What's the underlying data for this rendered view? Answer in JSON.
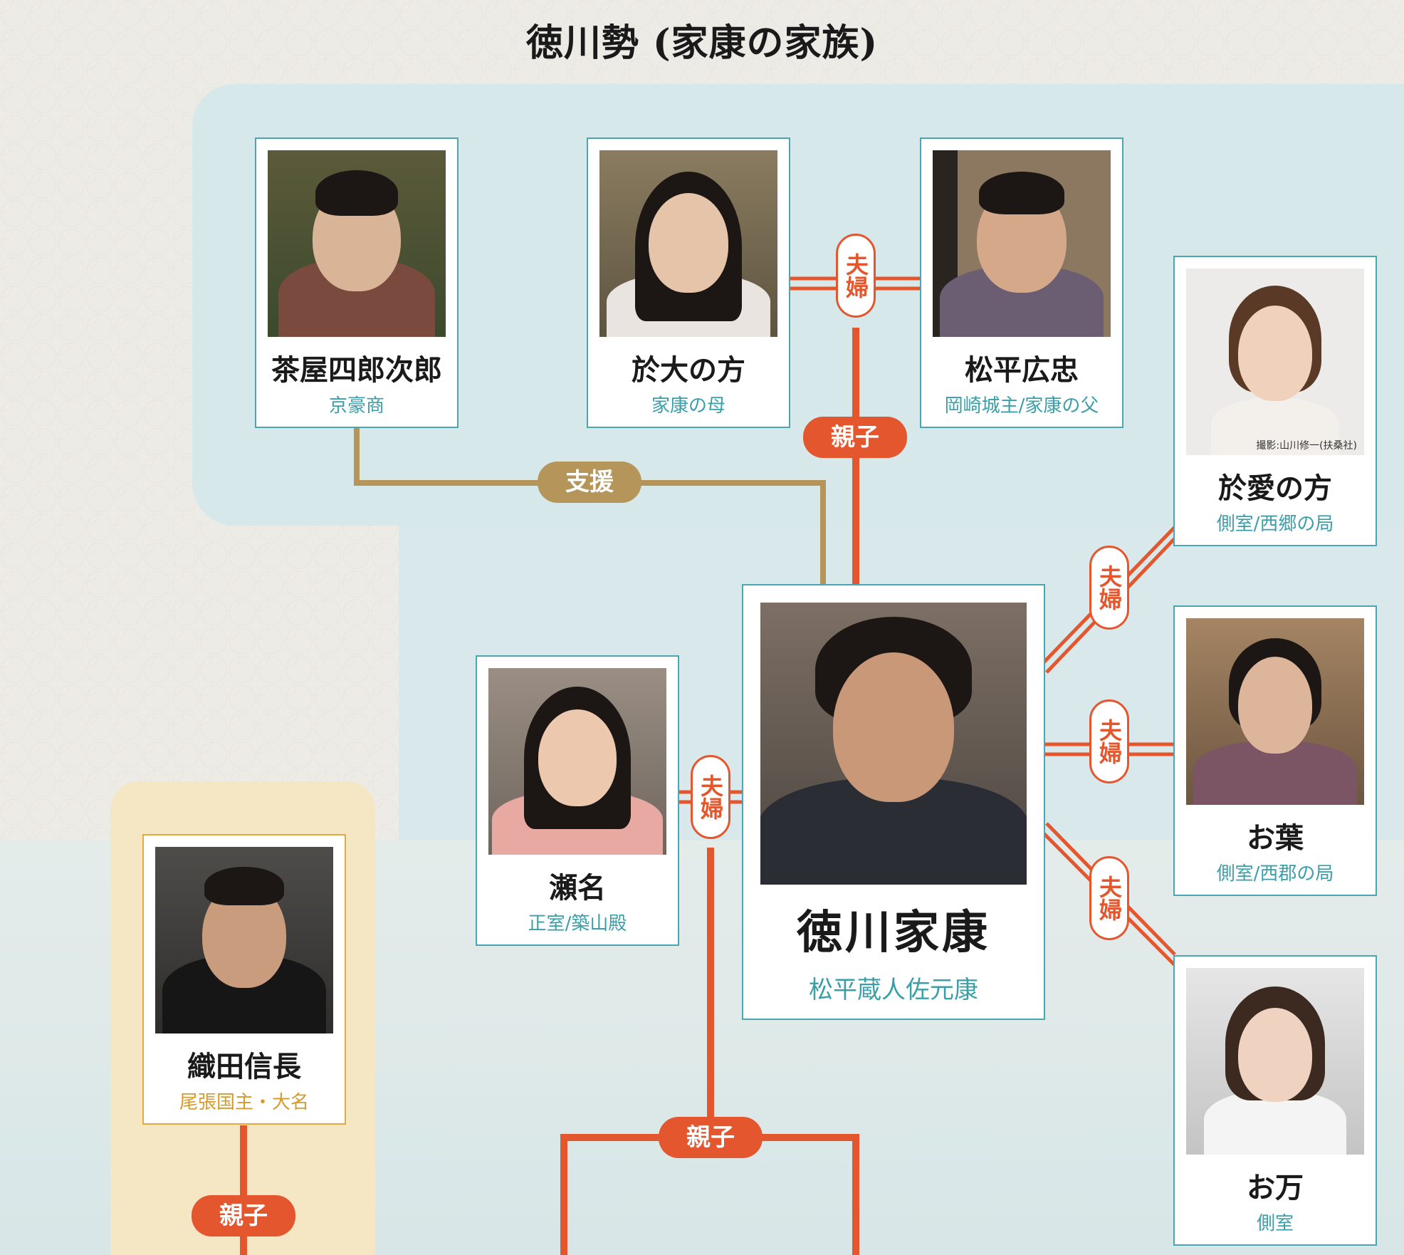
{
  "title": "徳川勢 (家康の家族)",
  "relations": {
    "spouse": "夫婦",
    "parent_child": "親子",
    "support": "支援"
  },
  "people": {
    "chaya": {
      "name": "茶屋四郎次郎",
      "role": "京豪商"
    },
    "odai": {
      "name": "於大の方",
      "role": "家康の母"
    },
    "hirotada": {
      "name": "松平広忠",
      "role": "岡崎城主/家康の父"
    },
    "oai": {
      "name": "於愛の方",
      "role": "側室/西郷の局",
      "credit": "撮影:山川修一(扶桑社)"
    },
    "ieyasu": {
      "name": "徳川家康",
      "role": "松平蔵人佐元康"
    },
    "sena": {
      "name": "瀬名",
      "role": "正室/築山殿"
    },
    "oha": {
      "name": "お葉",
      "role": "側室/西郡の局"
    },
    "oman": {
      "name": "お万",
      "role": "側室"
    },
    "nobunaga": {
      "name": "織田信長",
      "role": "尾張国主・大名"
    }
  },
  "colors": {
    "spouse_line": "#e4572e",
    "support_line": "#b5955a",
    "card_border": "#4aa7b2",
    "card_border_oda": "#e5a93e",
    "role_text": "#3a9fa9"
  }
}
